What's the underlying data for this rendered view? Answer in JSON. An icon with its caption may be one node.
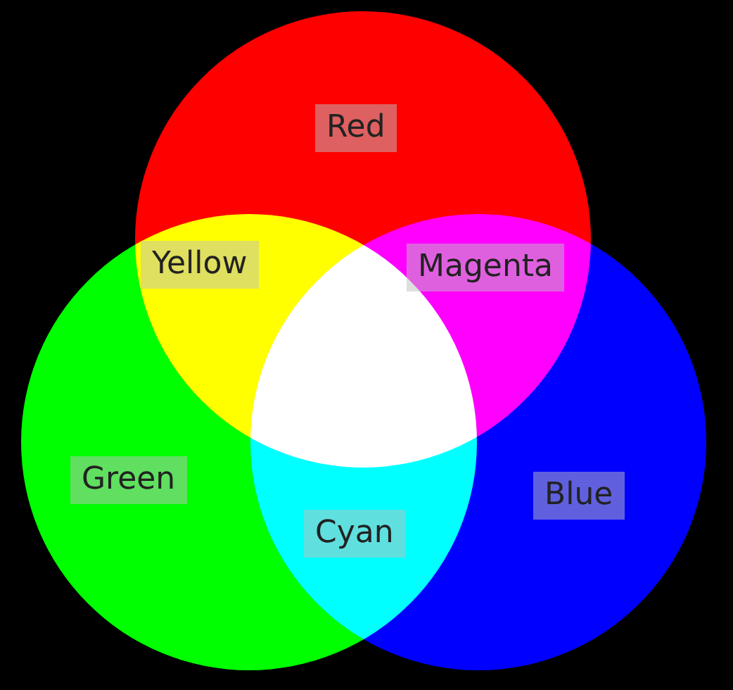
{
  "diagram": {
    "nodes": [
      {
        "text": [
          "Red"
        ]
      },
      {
        "text": [
          "Green"
        ]
      },
      {
        "text": [
          "Blue"
        ]
      }
    ],
    "edges": [],
    "labels": [
      "Yellow",
      "Magenta",
      "Cyan"
    ]
  }
}
